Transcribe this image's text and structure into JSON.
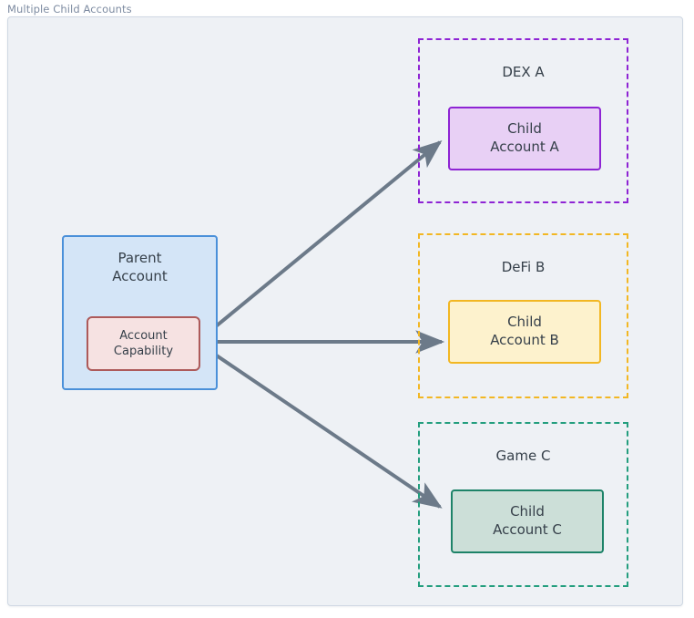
{
  "panel": {
    "title": "Multiple Child Accounts"
  },
  "parent": {
    "title_line1": "Parent",
    "title_line2": "Account",
    "capability_line1": "Account",
    "capability_line2": "Capability"
  },
  "groups": [
    {
      "label": "DEX A",
      "border_color": "#8e24d4",
      "child": {
        "line1": "Child",
        "line2": "Account A",
        "fill_color": "#e8d0f5",
        "border_color": "#8e24d4"
      }
    },
    {
      "label": "DeFi B",
      "border_color": "#f2b723",
      "child": {
        "line1": "Child",
        "line2": "Account B",
        "fill_color": "#fdf2cd",
        "border_color": "#f2b723"
      }
    },
    {
      "label": "Game C",
      "border_color": "#239e7e",
      "child": {
        "line1": "Child",
        "line2": "Account C",
        "fill_color": "#ccdfd8",
        "border_color": "#1d8368"
      }
    }
  ],
  "connectors": [
    {
      "from": "account-capability",
      "to": "child-account-a"
    },
    {
      "from": "account-capability",
      "to": "child-account-b"
    },
    {
      "from": "account-capability",
      "to": "child-account-c"
    }
  ],
  "colors": {
    "canvas_background": "#eef1f5",
    "panel_border": "#cfd8e3",
    "title_text": "#7d8ba1",
    "node_text": "#36404a",
    "arrow": "#6c7a89",
    "parent_fill": "#d4e5f7",
    "parent_border": "#4a90d9",
    "capability_fill": "#f6e2e2",
    "capability_border": "#ad5a5a"
  }
}
